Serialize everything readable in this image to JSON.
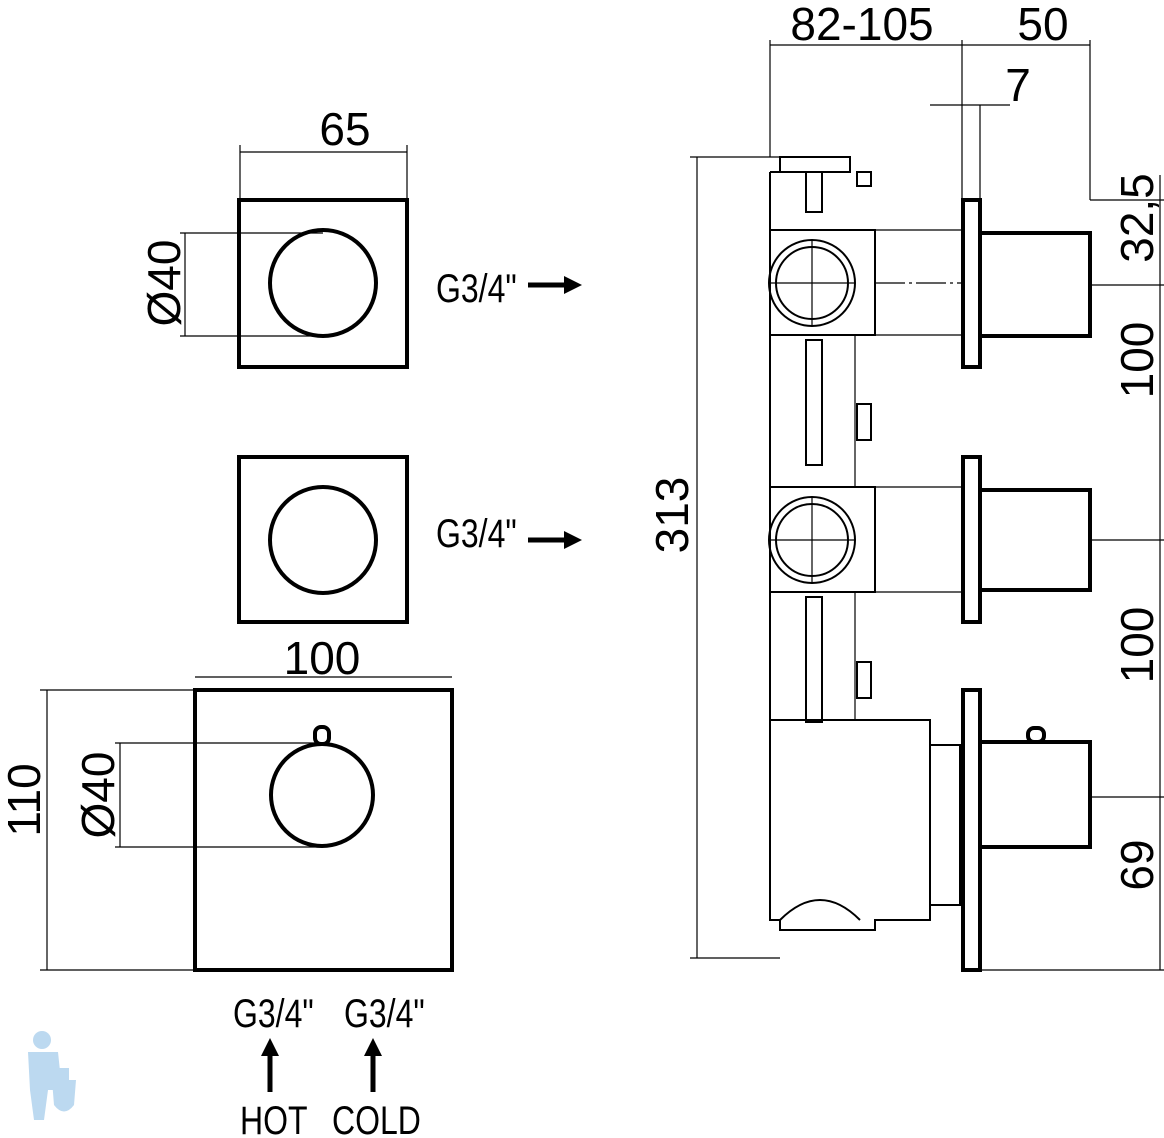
{
  "dimensions": {
    "top_plate_width": "65",
    "top_plate_diameter": "Ø40",
    "bottom_plate_width": "100",
    "bottom_plate_height": "110",
    "bottom_plate_diameter": "Ø40",
    "overall_height": "313",
    "body_depth": "82-105",
    "handle_depth": "50",
    "flange_thickness": "7",
    "top_offset": "32,5",
    "spacing_1": "100",
    "spacing_2": "100",
    "bottom_offset": "69"
  },
  "connections": {
    "outlet_1": "G3/4\"",
    "outlet_2": "G3/4\"",
    "inlet_hot": "G3/4\"",
    "inlet_cold": "G3/4\"",
    "hot_label": "HOT",
    "cold_label": "COLD"
  },
  "colors": {
    "line": "#000000",
    "logo": "#bcd9f0"
  }
}
